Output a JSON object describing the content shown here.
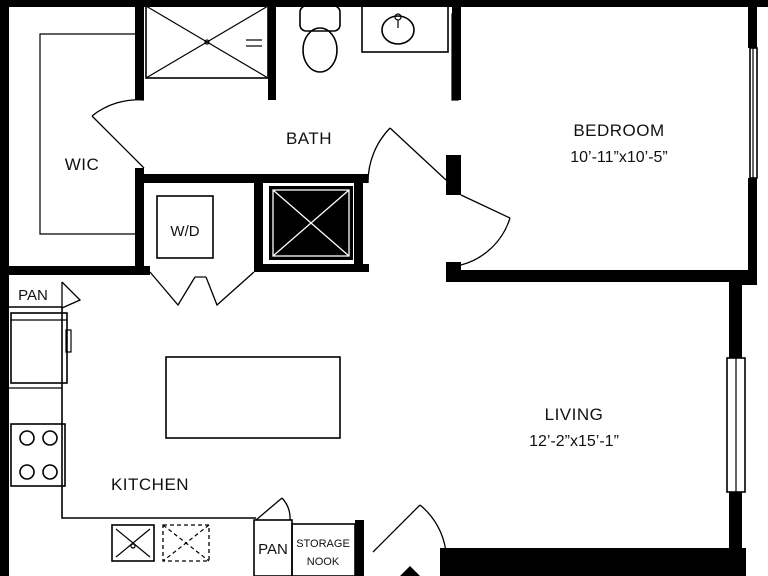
{
  "plan": {
    "rooms": {
      "bedroom": {
        "name": "BEDROOM",
        "dims": "10’-11”x10’-5”"
      },
      "living": {
        "name": "LIVING",
        "dims": "12’-2”x15’-1”"
      },
      "bath": {
        "name": "BATH"
      },
      "wic": {
        "name": "WIC"
      },
      "kitchen": {
        "name": "KITCHEN"
      }
    },
    "labels": {
      "washer_dryer": "W/D",
      "pantry_top": "PAN",
      "pantry_bottom": "PAN",
      "storage_line1": "STORAGE",
      "storage_line2": "NOOK"
    }
  }
}
